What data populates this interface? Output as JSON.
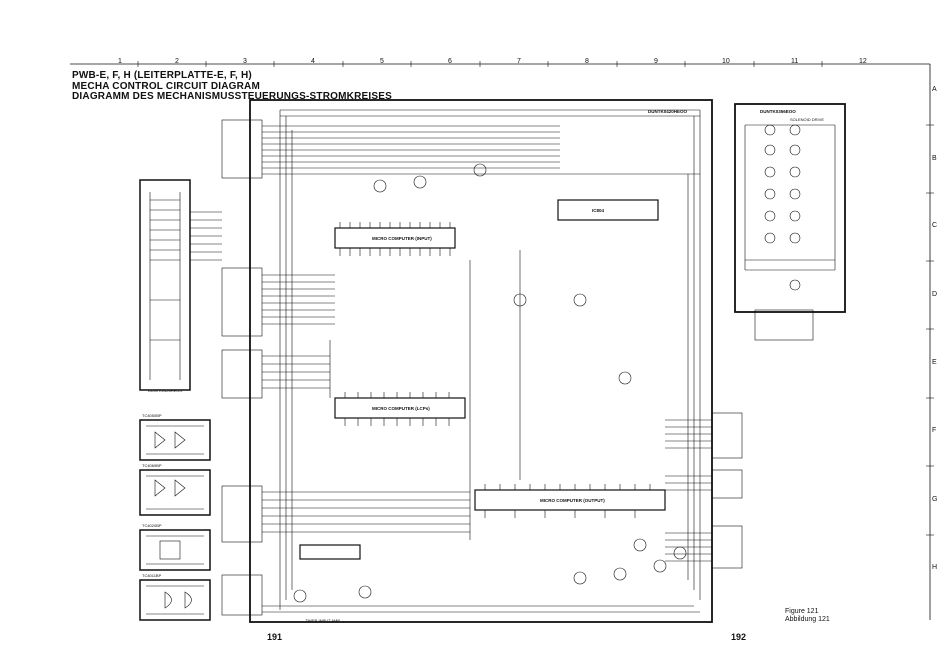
{
  "titles": {
    "line1": "PWB-E, F, H (LEITERPLATTE-E, F, H)",
    "line2": "MECHA CONTROL CIRCUIT DIAGRAM",
    "line3": "DIAGRAMM DES MECHANISMUSSTEUERUNGS-STROMKREISES"
  },
  "grid": {
    "columns": [
      "1",
      "2",
      "3",
      "4",
      "5",
      "6",
      "7",
      "8",
      "9",
      "10",
      "11",
      "12"
    ],
    "rows": [
      "A",
      "B",
      "C",
      "D",
      "E",
      "F",
      "G",
      "H"
    ]
  },
  "boards": {
    "main": "DUNTK0420HEOO",
    "solenoid": "DUNTK0356EOO",
    "solenoid_drive": "SOLENOID DRIVE",
    "remote": "DUNTK0426HEOO"
  },
  "ics": {
    "ic801": "MICRO COMPUTER (INPUT)",
    "ic802": "MICRO COMPUTER (LCPs)",
    "ic803": "MICRO COMPUTER (OUTPUT)",
    "ic804": "IC804",
    "ic805": "TIMER INPUT AMP"
  },
  "logic_ics": [
    "TC4050BP",
    "TC4069BP",
    "TC4020BP",
    "TC4011BP"
  ],
  "page_numbers": {
    "left": "191",
    "right": "192"
  },
  "figure": {
    "en": "Figure 121",
    "de": "Abbildung 121"
  }
}
